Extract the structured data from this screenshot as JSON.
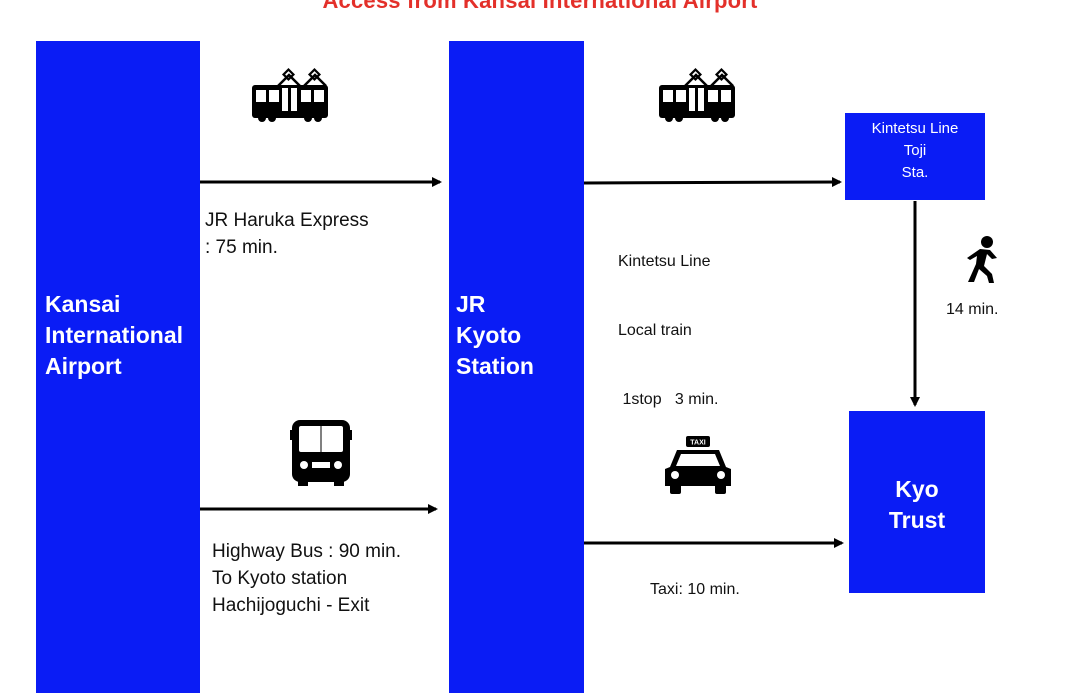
{
  "title": "Access from Kansai International Airport",
  "nodes": {
    "kix": [
      "Kansai",
      "International",
      "Airport"
    ],
    "kyoto_station": [
      "JR",
      "Kyoto",
      "Station"
    ],
    "toji": [
      "Kintetsu Line",
      "Toji",
      "Sta."
    ],
    "kyo_trust": [
      "Kyo",
      "Trust"
    ]
  },
  "routes": {
    "haruka": {
      "lines": [
        "JR Haruka Express",
        ": 75 min."
      ],
      "icon": "train-icon"
    },
    "highway_bus": {
      "lines": [
        "Highway Bus : 90 min.",
        "To Kyoto station",
        "Hachijoguchi - Exit"
      ],
      "icon": "bus-icon"
    },
    "kintetsu": {
      "lines": [
        "Kintetsu Line",
        "Local train",
        " 1stop   3 min."
      ],
      "icon": "train-icon"
    },
    "walk": {
      "lines": [
        "14 min."
      ],
      "icon": "walking-person-icon"
    },
    "taxi": {
      "lines": [
        "Taxi: 10 min."
      ],
      "icon": "taxi-icon",
      "sign_text": "TAXI"
    }
  },
  "colors": {
    "node_fill": "#0a1cf5",
    "title": "#e3302a",
    "arrow": "#000000"
  }
}
